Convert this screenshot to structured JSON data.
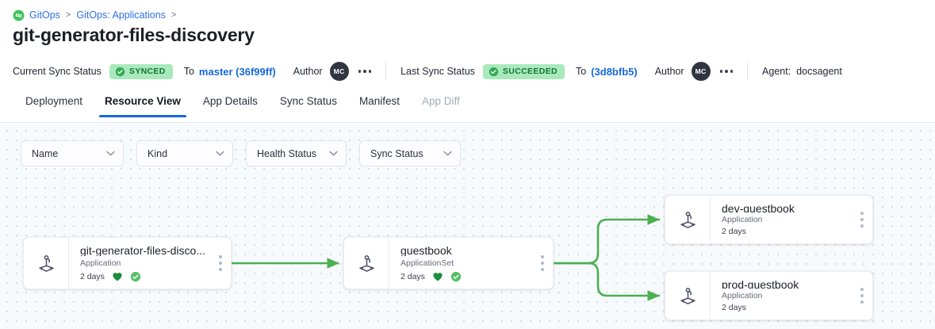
{
  "breadcrumb": {
    "icon": "gitops-icon",
    "items": [
      {
        "label": "GitOps",
        "sep": ">"
      },
      {
        "label": "GitOps: Applications",
        "sep": ">"
      }
    ]
  },
  "page_title": "git-generator-files-discovery",
  "status_bar": {
    "current_sync": {
      "label": "Current Sync Status",
      "badge": "SYNCED",
      "to_label": "To",
      "revision": "master (36f99ff)",
      "author_label": "Author",
      "avatar_initials": "MC",
      "menu_icon": "more-horizontal-icon"
    },
    "last_sync": {
      "label": "Last Sync Status",
      "badge": "SUCCEEDED",
      "to_label": "To",
      "revision": "(3d8bfb5)",
      "author_label": "Author",
      "avatar_initials": "MC",
      "menu_icon": "more-horizontal-icon"
    },
    "agent": {
      "label": "Agent:",
      "value": "docsagent"
    }
  },
  "tabs": [
    {
      "label": "Deployment",
      "active": false,
      "disabled": false
    },
    {
      "label": "Resource View",
      "active": true,
      "disabled": false
    },
    {
      "label": "App Details",
      "active": false,
      "disabled": false
    },
    {
      "label": "Sync Status",
      "active": false,
      "disabled": false
    },
    {
      "label": "Manifest",
      "active": false,
      "disabled": false
    },
    {
      "label": "App Diff",
      "active": false,
      "disabled": true
    }
  ],
  "filters": [
    {
      "label": "Name",
      "icon": "chevron-down-icon"
    },
    {
      "label": "Kind",
      "icon": "chevron-down-icon"
    },
    {
      "label": "Health Status",
      "icon": "chevron-down-icon"
    },
    {
      "label": "Sync Status",
      "icon": "chevron-down-icon"
    }
  ],
  "graph": {
    "nodes": [
      {
        "id": "root",
        "icon": "argocd-icon",
        "title": "git-generator-files-disco...",
        "kind": "Application",
        "age": "2 days",
        "health_icon": "heart-icon",
        "sync_icon": "check-circle-icon",
        "menu_icon": "more-vertical-icon"
      },
      {
        "id": "guestbook",
        "icon": "argocd-icon",
        "title": "guestbook",
        "kind": "ApplicationSet",
        "age": "2 days",
        "health_icon": "heart-icon",
        "sync_icon": "check-circle-icon",
        "menu_icon": "more-vertical-icon"
      },
      {
        "id": "dev",
        "icon": "argocd-icon",
        "title": "dev-guestbook",
        "kind": "Application",
        "age": "2 days",
        "health_icon": null,
        "sync_icon": null,
        "menu_icon": "more-vertical-icon"
      },
      {
        "id": "prod",
        "icon": "argocd-icon",
        "title": "prod-guestbook",
        "kind": "Application",
        "age": "2 days",
        "health_icon": null,
        "sync_icon": null,
        "menu_icon": "more-vertical-icon"
      }
    ],
    "edges": [
      {
        "from": "root",
        "to": "guestbook"
      },
      {
        "from": "guestbook",
        "to": "dev"
      },
      {
        "from": "guestbook",
        "to": "prod"
      }
    ]
  },
  "colors": {
    "accent": "#1668dc",
    "edge_green": "#4caf50",
    "badge_bg": "#a9eabc",
    "badge_text": "#137333",
    "health_green": "#1e8e3e",
    "sync_green": "#5bbd6a",
    "canvas_bg": "#f7fafc"
  }
}
